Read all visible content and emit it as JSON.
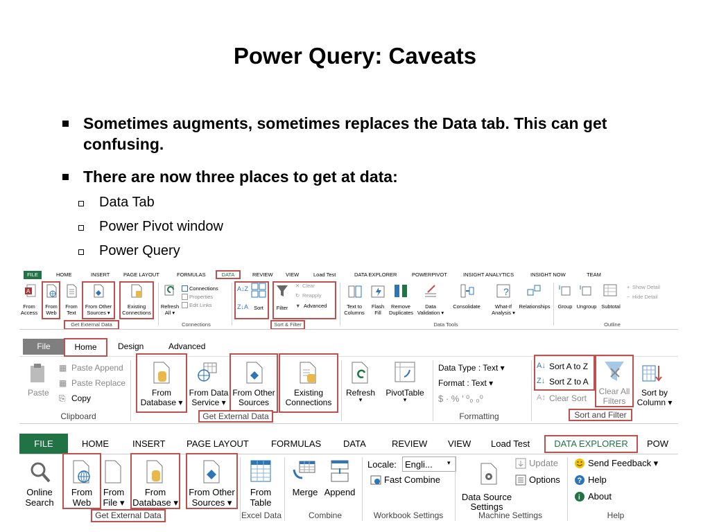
{
  "slide": {
    "title": "Power Query: Caveats",
    "bullets": [
      "Sometimes augments, sometimes replaces the Data tab.  This can get",
      "confusing.",
      "There are now three places to get at data:"
    ],
    "sub_bullets": [
      "Data Tab",
      "Power Pivot window",
      "Power Query"
    ]
  },
  "ribbon1": {
    "tabs": [
      "FILE",
      "HOME",
      "INSERT",
      "PAGE LAYOUT",
      "FORMULAS",
      "DATA",
      "REVIEW",
      "VIEW",
      "Load Test",
      "DATA EXPLORER",
      "POWERPIVOT",
      "INSIGHT ANALYTICS",
      "INSIGHT NOW",
      "TEAM"
    ],
    "from_access": [
      "From",
      "Access"
    ],
    "from_web": [
      "From",
      "Web"
    ],
    "from_text": [
      "From",
      "Text"
    ],
    "from_other": [
      "From Other",
      "Sources ▾"
    ],
    "existing": [
      "Existing",
      "Connections"
    ],
    "refresh": [
      "Refresh",
      "All ▾"
    ],
    "connections": "Connections",
    "properties": "Properties",
    "edit_links": "Edit Links",
    "sort": "Sort",
    "filter": "Filter",
    "clear": "Clear",
    "reapply": "Reapply",
    "advanced": "Advanced",
    "text_to_columns": [
      "Text to",
      "Columns"
    ],
    "flash_fill": [
      "Flash",
      "Fill"
    ],
    "remove_dup": [
      "Remove",
      "Duplicates"
    ],
    "data_validation": [
      "Data",
      "Validation ▾"
    ],
    "consolidate": "Consolidate",
    "what_if": [
      "What-If",
      "Analysis ▾"
    ],
    "relationships": "Relationships",
    "group": "Group",
    "ungroup": "Ungroup",
    "subtotal": "Subtotal",
    "show_detail": "Show Detail",
    "hide_detail": "Hide Detail",
    "groups": [
      "Get External Data",
      "Connections",
      "Sort & Filter",
      "Data Tools",
      "Outline"
    ]
  },
  "ribbon2": {
    "tabs": [
      "File",
      "Home",
      "Design",
      "Advanced"
    ],
    "paste": "Paste",
    "paste_append": "Paste Append",
    "paste_replace": "Paste Replace",
    "copy": "Copy",
    "from_database": [
      "From",
      "Database ▾"
    ],
    "from_data_service": [
      "From Data",
      "Service ▾"
    ],
    "from_other_sources": [
      "From Other",
      "Sources"
    ],
    "existing_connections": [
      "Existing",
      "Connections"
    ],
    "refresh": [
      "Refresh",
      "▾"
    ],
    "pivottable": [
      "PivotTable",
      "▾"
    ],
    "data_type": "Data Type : Text ▾",
    "format": "Format : Text ▾",
    "num_symbols": "$ · %  ’  ⁰₀ ₀⁰",
    "sort_az": "Sort A to Z",
    "sort_za": "Sort Z to A",
    "clear_sort": "Clear Sort",
    "clear_all_filters": [
      "Clear All",
      "Filters"
    ],
    "sort_by_column": [
      "Sort by",
      "Column ▾"
    ],
    "groups": [
      "Clipboard",
      "Get External Data",
      "Formatting",
      "Sort and Filter"
    ]
  },
  "ribbon3": {
    "tabs": [
      "FILE",
      "HOME",
      "INSERT",
      "PAGE LAYOUT",
      "FORMULAS",
      "DATA",
      "REVIEW",
      "VIEW",
      "Load Test",
      "DATA EXPLORER",
      "POW"
    ],
    "online_search": [
      "Online",
      "Search"
    ],
    "from_web": [
      "From",
      "Web"
    ],
    "from_file": [
      "From",
      "File ▾"
    ],
    "from_database": [
      "From",
      "Database ▾"
    ],
    "from_other_sources": [
      "From Other",
      "Sources ▾"
    ],
    "from_table": [
      "From",
      "Table"
    ],
    "merge": "Merge",
    "append": "Append",
    "locale_label": "Locale:",
    "locale_value": "Engli...",
    "fast_combine": "Fast Combine",
    "data_source_settings": [
      "Data Source",
      "Settings"
    ],
    "update": "Update",
    "options": "Options",
    "send_feedback": "Send Feedback ▾",
    "help": "Help",
    "about": "About",
    "groups": [
      "Get External Data",
      "Excel Data",
      "Combine",
      "Workbook Settings",
      "Machine Settings",
      "Help"
    ]
  },
  "colors": {
    "accent_red": "#c0504d",
    "excel_green": "#217346",
    "file_grey": "#7f7f7f",
    "selected_tab_green": "#217346"
  }
}
